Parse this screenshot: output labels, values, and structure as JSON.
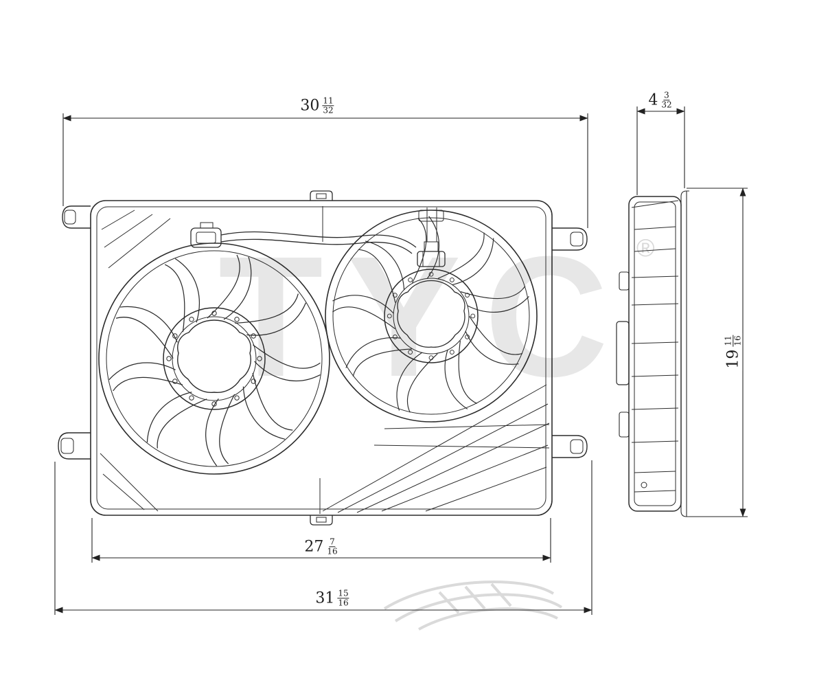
{
  "watermark": {
    "text": "TYC",
    "reg": "®"
  },
  "colors": {
    "line": "#2b2b2b",
    "dimension_line": "#222222",
    "watermark": "#e7e7e7",
    "background": "#ffffff"
  },
  "dimensions": {
    "top_width": {
      "whole": "30",
      "num": "11",
      "den": "32"
    },
    "side_depth": {
      "whole": "4",
      "num": "3",
      "den": "32"
    },
    "height": {
      "whole": "19",
      "num": "11",
      "den": "16"
    },
    "inner_width": {
      "whole": "27",
      "num": "7",
      "den": "16"
    },
    "bottom_width": {
      "whole": "31",
      "num": "15",
      "den": "16"
    }
  }
}
